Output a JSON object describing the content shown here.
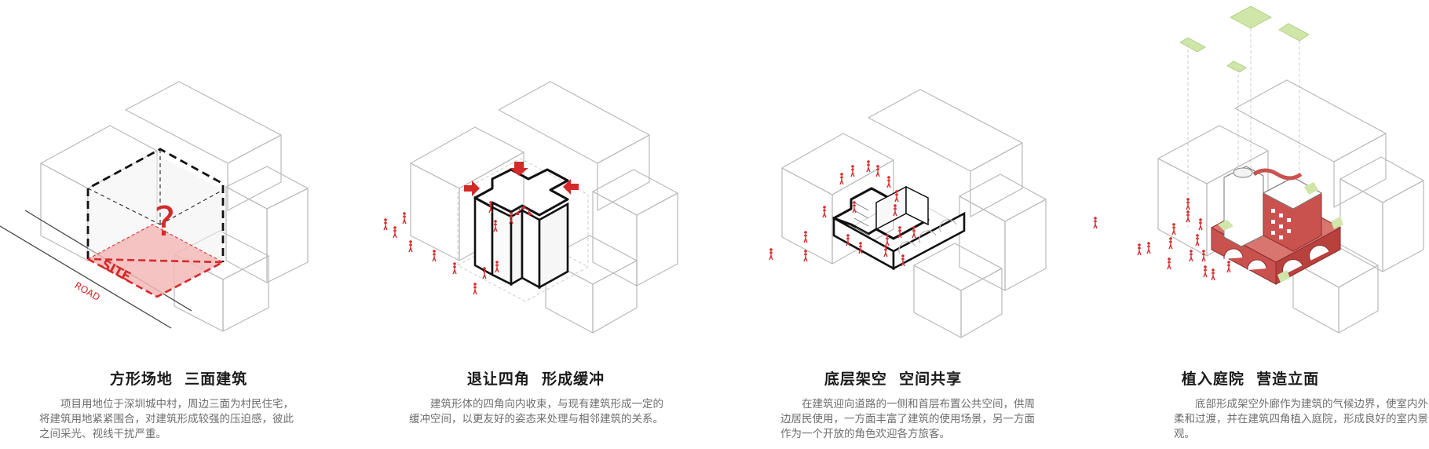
{
  "panels": [
    {
      "title": "方形场地  三面建筑",
      "description": "项目用地位于深圳城中村，周边三面为村民住宅，将建筑用地紧紧围合，对建筑形成较强的压迫感，彼此之间采光、视线干扰严重。",
      "labels": {
        "site": "SITE",
        "road": "ROAD",
        "question": "?"
      }
    },
    {
      "title": "退让四角  形成缓冲",
      "description": "建筑形体的四角向内收束，与现有建筑形成一定的缓冲空间，以更友好的姿态来处理与相邻建筑的关系。"
    },
    {
      "title": "底层架空  空间共享",
      "description": "在建筑迎向道路的一侧和首层布置公共空间，供周边居民使用，一方面丰富了建筑的使用场景，另一方面作为一个开放的角色欢迎各方旅客。"
    },
    {
      "title": "植入庭院  营造立面",
      "description": "底部形成架空外廊作为建筑的气候边界，使室内外柔和过渡，并在建筑四角植入庭院，形成良好的室内景观。"
    }
  ],
  "colors": {
    "accent_red": "#d42a2a",
    "site_fill": "#f4b8b8",
    "building_red": "#c9524f",
    "garden_green": "#cfe6a8",
    "outline_gray": "#b9b9b9",
    "title_text": "#1a1a1a",
    "body_text": "#6e6e6e"
  }
}
